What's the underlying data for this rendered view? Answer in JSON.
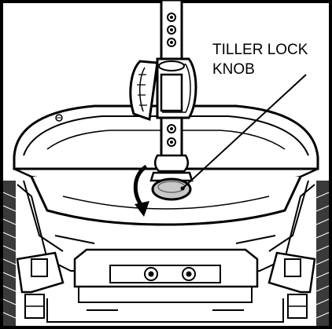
{
  "callout": {
    "line1": "TILLER LOCK",
    "line2": "KNOB"
  },
  "colors": {
    "ink": "#000000",
    "paper": "#ffffff",
    "knob_fill": "#c8c8c8",
    "shade": "#444444"
  },
  "parts": [
    "tiller-column",
    "headlight-housing",
    "front-shroud",
    "tiller-lock-knob",
    "rotation-arrow",
    "lower-bracket",
    "wheel-left",
    "wheel-right"
  ]
}
